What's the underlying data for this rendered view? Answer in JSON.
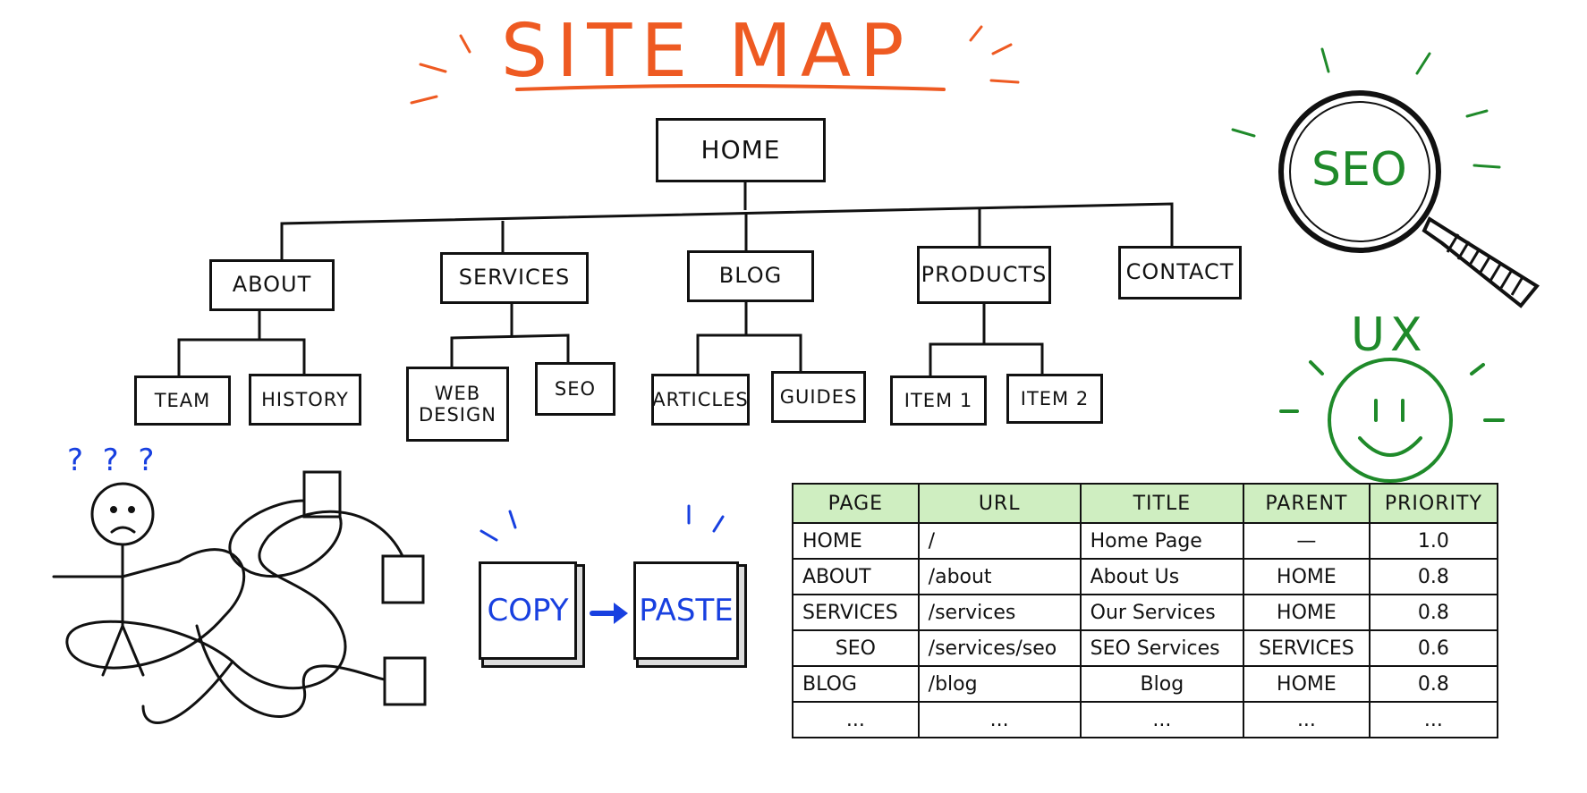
{
  "title": "SITE MAP",
  "tree": {
    "home": "HOME",
    "about": "ABOUT",
    "services": "SERVICES",
    "blog": "BLOG",
    "products": "PRODUCTS",
    "contact": "CONTACT",
    "team": "TEAM",
    "history": "HISTORY",
    "web_design": "WEB DESIGN",
    "seo": "SEO",
    "articles": "ARTICLES",
    "guides": "GUIDES",
    "item1": "ITEM 1",
    "item2": "ITEM 2"
  },
  "badges": {
    "seo": "SEO",
    "ux": "UX"
  },
  "confused": {
    "marks": "?  ?  ?"
  },
  "copy_paste": {
    "copy": "COPY",
    "paste": "PASTE"
  },
  "table": {
    "headers": [
      "PAGE",
      "URL",
      "TITLE",
      "PARENT",
      "PRIORITY"
    ],
    "rows": [
      [
        "HOME",
        "/",
        "Home Page",
        "—",
        "1.0"
      ],
      [
        "ABOUT",
        "/about",
        "About Us",
        "HOME",
        "0.8"
      ],
      [
        "SERVICES",
        "/services",
        "Our Services",
        "HOME",
        "0.8"
      ],
      [
        "SEO",
        "/services/seo",
        "SEO Services",
        "SERVICES",
        "0.6"
      ],
      [
        "BLOG",
        "/blog",
        "Blog",
        "HOME",
        "0.8"
      ],
      [
        "...",
        "...",
        "...",
        "...",
        "..."
      ]
    ]
  },
  "colors": {
    "title": "#ee5a22",
    "seo_ux": "#1f8a2a",
    "copy_paste": "#1840e0",
    "header_fill": "#cfeec1",
    "ink": "#111111"
  }
}
